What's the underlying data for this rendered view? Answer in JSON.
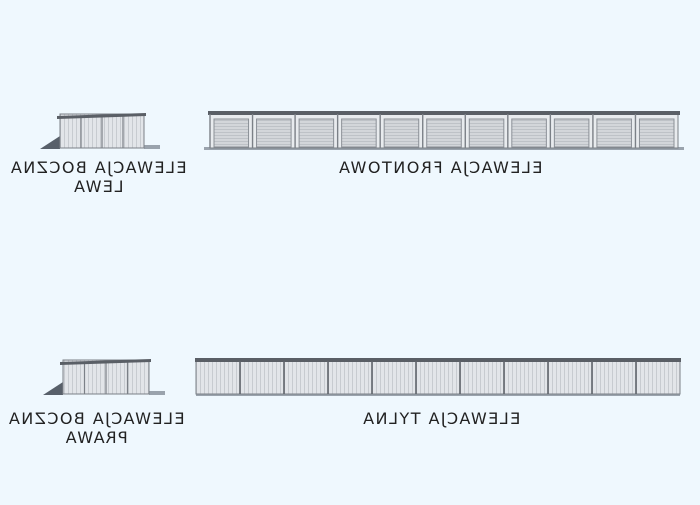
{
  "elevations": {
    "side_left": {
      "line1": "ELEWACJA BOCZNA",
      "line2": "LEWA",
      "panels": 4
    },
    "front": {
      "label": "ELEWACJA FRONTOWA",
      "doors": 11
    },
    "side_right": {
      "line1": "ELEWACJA BOCZNA",
      "line2": "PRAWA",
      "panels": 4
    },
    "rear": {
      "label": "ELEWACJA TYLNA",
      "panels": 11
    }
  },
  "colors": {
    "background": "#eff8fe",
    "wall": "#dfe2e6",
    "roof": "#5a5f66",
    "door": "#c9ccd1",
    "frame": "#7b8087",
    "shadow": "#9aa3ad"
  }
}
